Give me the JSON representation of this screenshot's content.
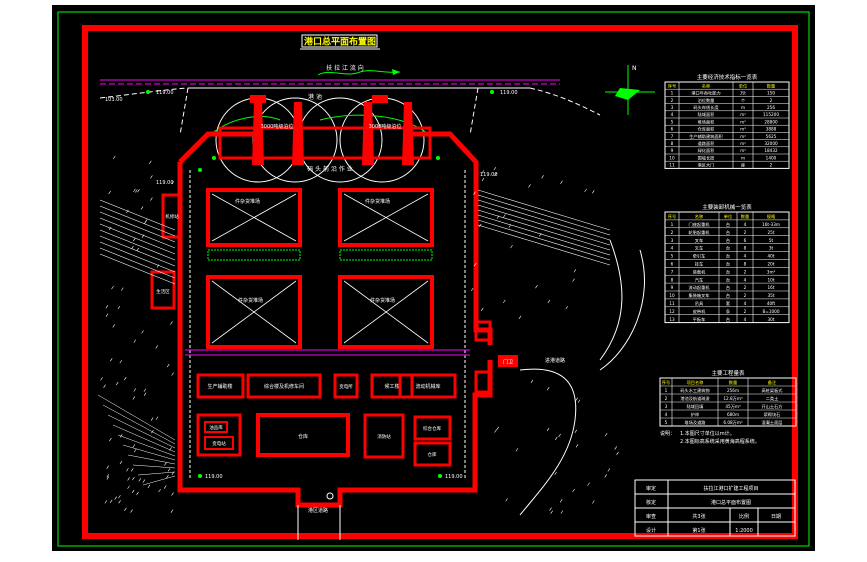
{
  "drawing": {
    "title": "港口总平面布置图",
    "river_label": "扶 拉 江 流 向",
    "basin_label": "港 池",
    "berth_label": "码 头 前 沿 作 业",
    "berth_tag_left": "3000吨级泊位",
    "berth_tag_right": "3000吨级泊位",
    "road_label_right": "进港道路",
    "gate_label": "港区道路",
    "gate_box": "门卫",
    "colors": {
      "background": "#000000",
      "frame": "#ff0000",
      "border": "#00ff00",
      "lines": "#ffffff",
      "water": "#ff00ff",
      "text": "#ffff00"
    }
  },
  "yards": [
    {
      "label": "件杂货堆场"
    },
    {
      "label": "件杂货堆场"
    },
    {
      "label": "件杂货堆场"
    },
    {
      "label": "件杂货堆场"
    }
  ],
  "buildings": [
    {
      "label": "生产辅助楼"
    },
    {
      "label": "综合楼及机修车间"
    },
    {
      "label": "变电所"
    },
    {
      "label": "候工楼"
    },
    {
      "label": "流动机械库"
    },
    {
      "label": "仓库"
    },
    {
      "label": "消防站"
    },
    {
      "label": "综合仓库"
    },
    {
      "label": "变电站"
    },
    {
      "label": "油品库"
    },
    {
      "label": "生活区"
    },
    {
      "label": "仓库"
    },
    {
      "label": "机修站"
    }
  ],
  "elevations": [
    "119.00",
    "119.00",
    "119.00",
    "119.00",
    "119.00",
    "119.00",
    "103.00"
  ],
  "table1": {
    "title": "主要经济技术指标一览表",
    "headers": [
      "序号",
      "名称",
      "单位",
      "数量"
    ],
    "rows": [
      [
        "1",
        "港口年吞吐能力",
        "万t",
        "150"
      ],
      [
        "2",
        "泊位数量",
        "个",
        "2"
      ],
      [
        "3",
        "码头岸线长度",
        "m",
        "256"
      ],
      [
        "4",
        "陆域面积",
        "m²",
        "115200"
      ],
      [
        "5",
        "堆场面积",
        "m²",
        "28800"
      ],
      [
        "6",
        "仓库面积",
        "m²",
        "3888"
      ],
      [
        "7",
        "生产辅助建筑面积",
        "m²",
        "5625"
      ],
      [
        "8",
        "道路面积",
        "m²",
        "32000"
      ],
      [
        "9",
        "绿化面积",
        "m²",
        "18432"
      ],
      [
        "10",
        "围墙长度",
        "m",
        "1400"
      ],
      [
        "11",
        "港区大门",
        "座",
        "2"
      ]
    ]
  },
  "table2": {
    "title": "主要装卸机械一览表",
    "headers": [
      "序号",
      "名称",
      "单位",
      "数量",
      "规格"
    ],
    "rows": [
      [
        "1",
        "门座起重机",
        "台",
        "4",
        "16t-33m"
      ],
      [
        "2",
        "轮胎起重机",
        "台",
        "2",
        "25t"
      ],
      [
        "3",
        "叉车",
        "台",
        "6",
        "5t"
      ],
      [
        "4",
        "叉车",
        "台",
        "8",
        "3t"
      ],
      [
        "5",
        "牵引车",
        "台",
        "4",
        "40t"
      ],
      [
        "6",
        "挂车",
        "台",
        "8",
        "20t"
      ],
      [
        "7",
        "装载机",
        "台",
        "2",
        "3m³"
      ],
      [
        "8",
        "汽车",
        "台",
        "4",
        "10t"
      ],
      [
        "9",
        "流动起重机",
        "台",
        "2",
        "16t"
      ],
      [
        "10",
        "集装箱叉车",
        "台",
        "2",
        "35t"
      ],
      [
        "11",
        "吊具",
        "套",
        "4",
        "40ft"
      ],
      [
        "12",
        "皮带机",
        "条",
        "2",
        "B=1000"
      ],
      [
        "13",
        "平板车",
        "台",
        "4",
        "30t"
      ]
    ]
  },
  "table3": {
    "title": "主要工程量表",
    "headers": [
      "序号",
      "项目名称",
      "数量",
      "备注"
    ],
    "rows": [
      [
        "1",
        "码头水工建筑物",
        "256m",
        "高桩梁板式"
      ],
      [
        "2",
        "港池及航道疏浚",
        "12.8万m³",
        "二类土"
      ],
      [
        "3",
        "陆域回填",
        "45万m³",
        "开山土石方"
      ],
      [
        "4",
        "护岸",
        "680m",
        "浆砌块石"
      ],
      [
        "5",
        "堆场及道路",
        "6.08万m²",
        "混凝土面层"
      ]
    ]
  },
  "notes": {
    "title": "说明：",
    "lines": [
      "1.本图尺寸单位以m计。",
      "2.本图标高系统采用黄海高程系统。"
    ]
  },
  "titleblock": {
    "row1": [
      "审定",
      "扶拉江港口扩建工程项目",
      "",
      ""
    ],
    "row2": [
      "核定",
      "港口总平面布置图",
      "",
      ""
    ],
    "row3": [
      "审查",
      "共3张",
      "比例",
      "日期"
    ],
    "row4": [
      "设计",
      "第1张",
      "1:2000",
      ""
    ]
  }
}
